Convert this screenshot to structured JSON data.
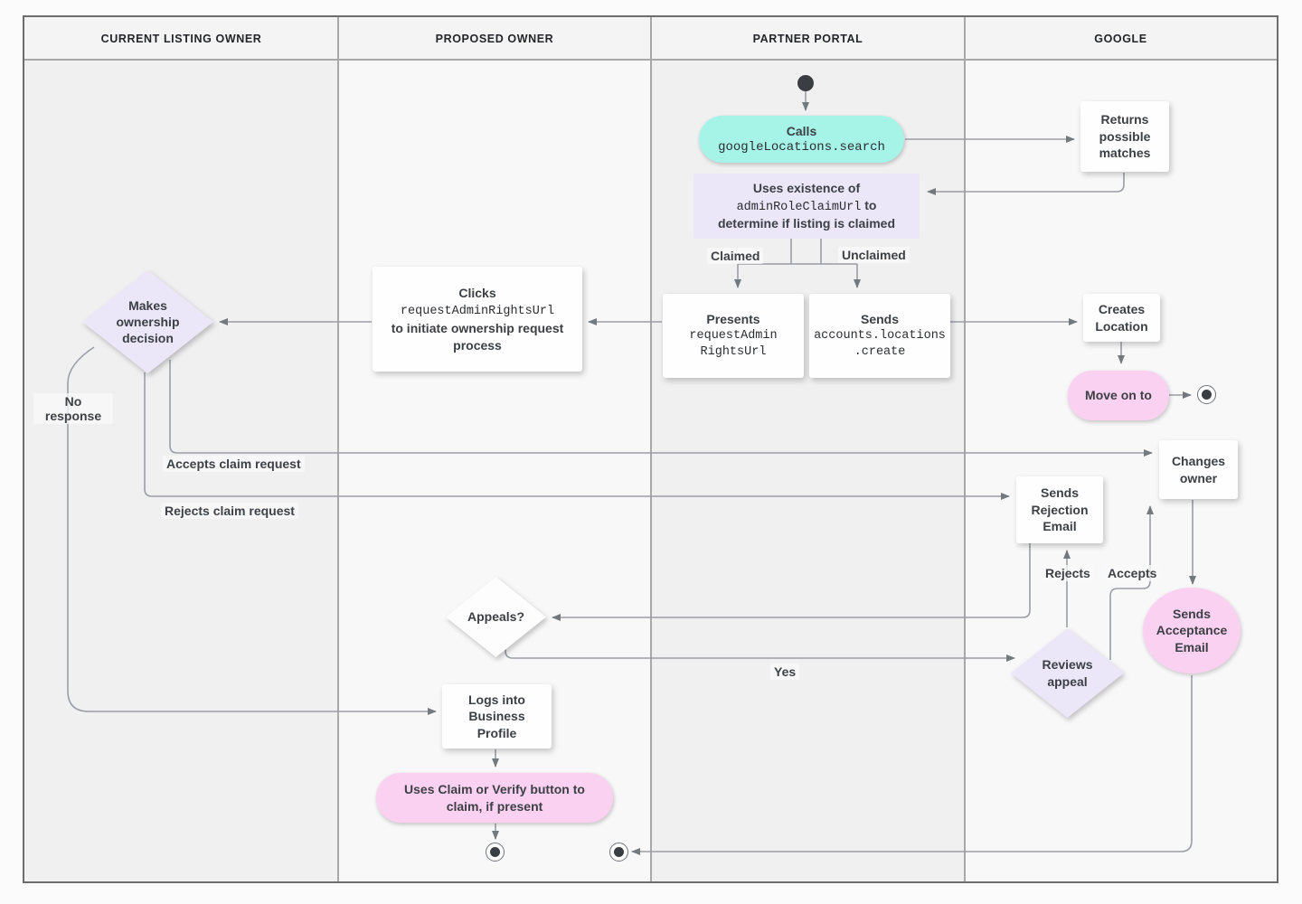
{
  "lanes": [
    {
      "label": "CURRENT LISTING OWNER"
    },
    {
      "label": "PROPOSED OWNER"
    },
    {
      "label": "PARTNER PORTAL"
    },
    {
      "label": "GOOGLE"
    }
  ],
  "colors": {
    "teal_node": "#a6f4e8",
    "pink_node": "#fbd1f2",
    "lavender_node": "#ebe7f8",
    "white_node": "#fefefe",
    "line": "#9a9ea4",
    "arrowhead": "#74797e",
    "lane_dark": "#f0f0f1",
    "lane_light": "#f8f8f9",
    "header_bg": "#f4f4f5"
  },
  "nodes": {
    "calls": {
      "label": "Calls",
      "code": "googleLocations.search"
    },
    "returns_matches": {
      "label": "Returns possible matches"
    },
    "uses_existence": {
      "line1": "Uses existence of",
      "code": "adminRoleClaimUrl",
      "line2_suffix": "to",
      "line3": "determine if listing is claimed"
    },
    "presents": {
      "label": "Presents",
      "code_line1": "requestAdmin",
      "code_line2": "RightsUrl"
    },
    "sends_create": {
      "label": "Sends",
      "code_line1": "accounts.locations",
      "code_line2": ".create"
    },
    "clicks": {
      "label": "Clicks",
      "code": "requestAdminRightsUrl",
      "rest": "to initiate ownership request process"
    },
    "makes_decision": {
      "label": "Makes ownership decision"
    },
    "creates_location": {
      "label": "Creates Location"
    },
    "move_on": {
      "label": "Move on to"
    },
    "changes_owner": {
      "label": "Changes owner"
    },
    "sends_rejection": {
      "label": "Sends Rejection Email"
    },
    "sends_acceptance": {
      "label": "Sends Acceptance Email"
    },
    "reviews_appeal": {
      "label": "Reviews appeal"
    },
    "appeals": {
      "label": "Appeals?"
    },
    "logs_in": {
      "label": "Logs into Business Profile"
    },
    "uses_claim": {
      "label": "Uses Claim or Verify button to claim, if present"
    }
  },
  "edge_labels": {
    "claimed": "Claimed",
    "unclaimed": "Unclaimed",
    "no_response": "No response",
    "accepts_claim": "Accepts claim request",
    "rejects_claim": "Rejects claim request",
    "rejects": "Rejects",
    "accepts": "Accepts",
    "yes": "Yes"
  }
}
